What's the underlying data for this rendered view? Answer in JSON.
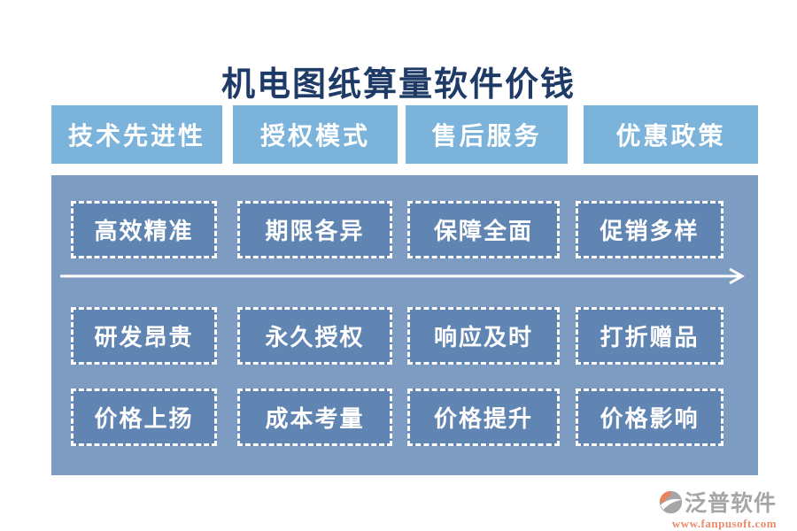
{
  "title": "机电图纸算量软件价钱",
  "categories": [
    {
      "label": "技术先进性",
      "items": [
        "高效精准",
        "研发昂贵",
        "价格上扬"
      ]
    },
    {
      "label": "授权模式",
      "items": [
        "期限各异",
        "永久授权",
        "成本考量"
      ]
    },
    {
      "label": "售后服务",
      "items": [
        "保障全面",
        "响应及时",
        "价格提升"
      ]
    },
    {
      "label": "优惠政策",
      "items": [
        "促销多样",
        "打折赠品",
        "价格影响"
      ]
    }
  ],
  "branding": {
    "name": "泛普软件",
    "url": "www.fanpusoft.com"
  },
  "colors": {
    "title_navy": "#1E3A66",
    "tab_blue": "#7BB3DA",
    "panel_blue": "#7E9CC2",
    "card_blue": "#6085B2",
    "text_on_blue": "#FFFFFF",
    "brand_gray": "#A6A6A8",
    "brand_orange": "#E8835F"
  }
}
